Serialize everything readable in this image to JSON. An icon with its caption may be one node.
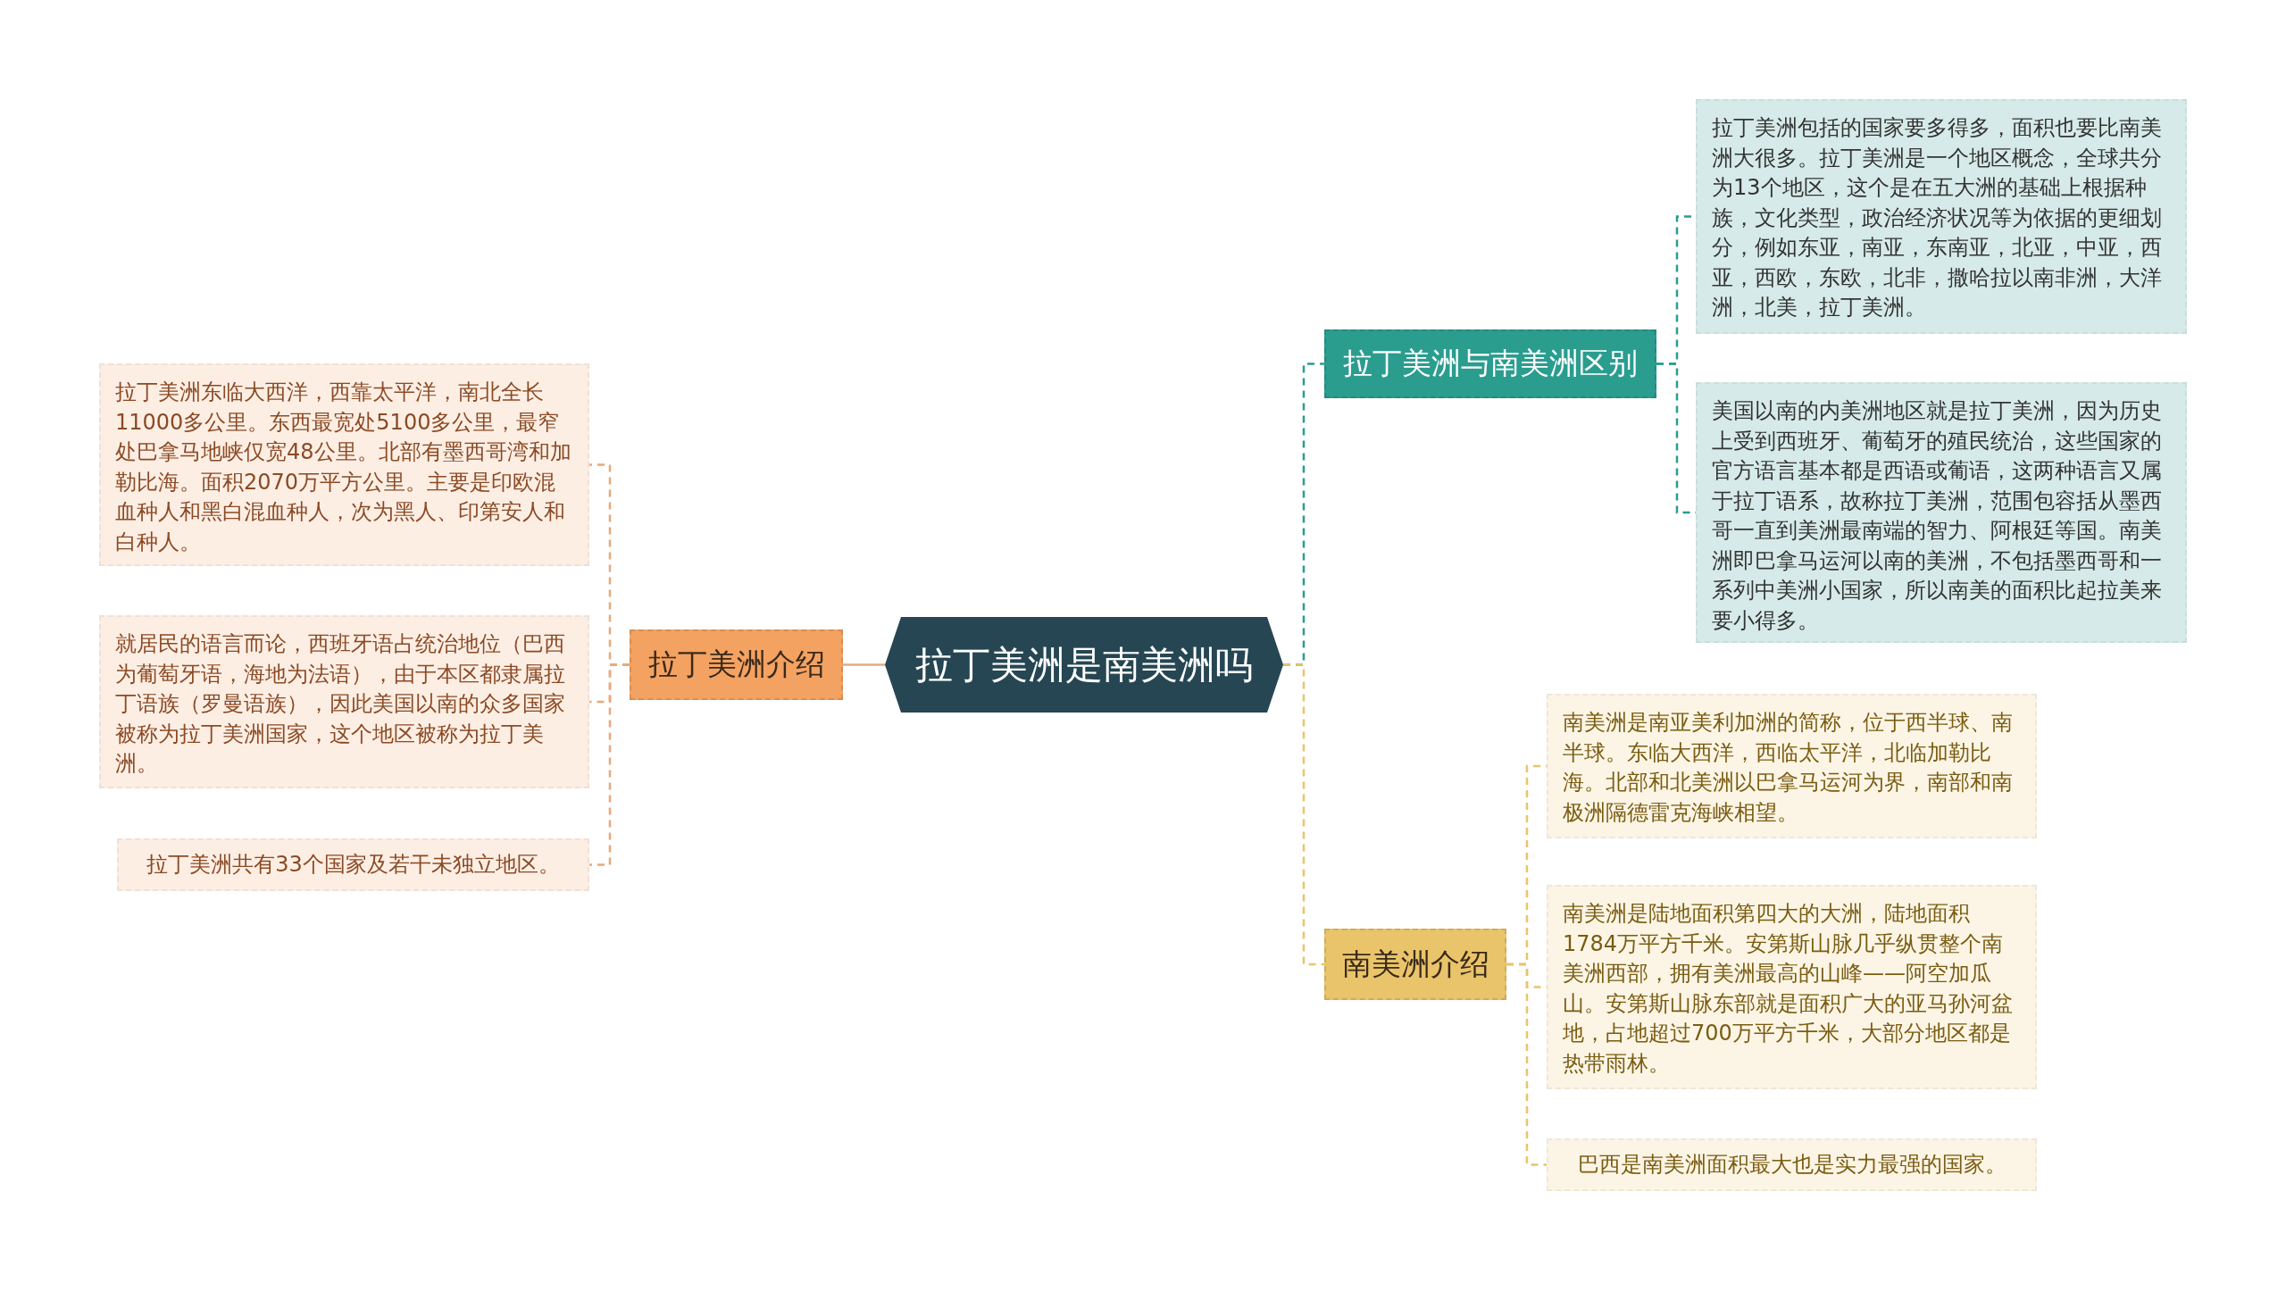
{
  "diagram": {
    "nodes": [
      {
        "text": [
          "拉丁美洲是南美洲吗"
        ]
      },
      {
        "text": [
          "拉丁美洲介绍"
        ]
      },
      {
        "text": [
          "拉丁美洲东临大西洋，西靠太平洋，南北全长11000多公里。东西最宽处5100多公里，最窄处巴拿马地峡仅宽48公里。北部有墨西哥湾和加勒比海。面积2070万平方公里。主要是印欧混血种人和黑白混血种人，次为黑人、印第安人和白种人。"
        ]
      },
      {
        "text": [
          "就居民的语言而论，西班牙语占统治地位（巴西为葡萄牙语，海地为法语），由于本区都隶属拉丁语族（罗曼语族），因此美国以南的众多国家被称为拉丁美洲国家，这个地区被称为拉丁美洲。"
        ]
      },
      {
        "text": [
          "拉丁美洲共有33个国家及若干未独立地区。"
        ]
      },
      {
        "text": [
          "拉丁美洲与南美洲区别"
        ]
      },
      {
        "text": [
          "拉丁美洲包括的国家要多得多，面积也要比南美洲大很多。拉丁美洲是一个地区概念，全球共分为13个地区，这个是在五大洲的基础上根据种族，文化类型，政治经济状况等为依据的更细划分，例如东亚，南亚，东南亚，北亚，中亚，西亚，西欧，东欧，北非，撒哈拉以南非洲，大洋洲，北美，拉丁美洲。"
        ]
      },
      {
        "text": [
          "美国以南的内美洲地区就是拉丁美洲，因为历史上受到西班牙、葡萄牙的殖民统治，这些国家的官方语言基本都是西语或葡语，这两种语言又属于拉丁语系，故称拉丁美洲，范围包容括从墨西哥一直到美洲最南端的智力、阿根廷等国。南美洲即巴拿马运河以南的美洲，不包括墨西哥和一系列中美洲小国家，所以南美的面积比起拉美来要小得多。"
        ]
      },
      {
        "text": [
          "南美洲介绍"
        ]
      },
      {
        "text": [
          "南美洲是南亚美利加洲的简称，位于西半球、南半球。东临大西洋，西临太平洋，北临加勒比海。北部和北美洲以巴拿马运河为界，南部和南极洲隔德雷克海峡相望。"
        ]
      },
      {
        "text": [
          "南美洲是陆地面积第四大的大洲，陆地面积1784万平方千米。安第斯山脉几乎纵贯整个南美洲西部，拥有美洲最高的山峰——阿空加瓜山。安第斯山脉东部就是面积广大的亚马孙河盆地，占地超过700万平方千米，大部分地区都是热带雨林。"
        ]
      },
      {
        "text": [
          "巴西是南美洲面积最大也是实力最强的国家。"
        ]
      }
    ],
    "edges": [
      {
        "from": 0,
        "to": 1,
        "arrow": "none",
        "color": "#e8a87c"
      },
      {
        "from": 1,
        "to": 2,
        "arrow": "none",
        "style": "dashed",
        "color": "#e8a87c"
      },
      {
        "from": 1,
        "to": 3,
        "arrow": "none",
        "style": "dashed",
        "color": "#e8a87c"
      },
      {
        "from": 1,
        "to": 4,
        "arrow": "none",
        "style": "dashed",
        "color": "#e8a87c"
      },
      {
        "from": 0,
        "to": 5,
        "arrow": "none",
        "style": "dashed",
        "color": "#2a9d8f"
      },
      {
        "from": 5,
        "to": 6,
        "arrow": "none",
        "style": "dashed",
        "color": "#2a9d8f"
      },
      {
        "from": 5,
        "to": 7,
        "arrow": "none",
        "style": "dashed",
        "color": "#2a9d8f"
      },
      {
        "from": 0,
        "to": 8,
        "arrow": "none",
        "style": "dashed",
        "color": "#e9c46a"
      },
      {
        "from": 8,
        "to": 9,
        "arrow": "none",
        "style": "dashed",
        "color": "#e9c46a"
      },
      {
        "from": 8,
        "to": 10,
        "arrow": "none",
        "style": "dashed",
        "color": "#e9c46a"
      },
      {
        "from": 8,
        "to": 11,
        "arrow": "none",
        "style": "dashed",
        "color": "#e9c46a"
      }
    ]
  }
}
